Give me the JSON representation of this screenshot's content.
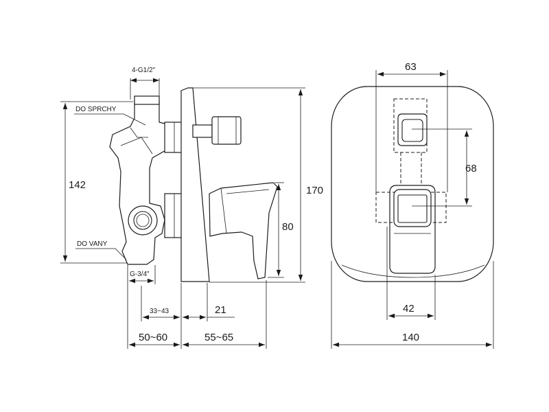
{
  "labels": {
    "inlet_thread": "4-G1/2\"",
    "shower_outlet": "DO SPRCHY",
    "bath_outlet": "DO VANY",
    "outlet_thread": "G-3/4\"",
    "total_height": "170",
    "body_height": "142",
    "lever_height": "80",
    "body_depth": "50~60",
    "plate_depth": "55~65",
    "adjust_range": "33~43",
    "lever_offset": "21",
    "top_width": "63",
    "knob_spacing": "68",
    "bottom_width": "42",
    "plate_width": "140"
  }
}
